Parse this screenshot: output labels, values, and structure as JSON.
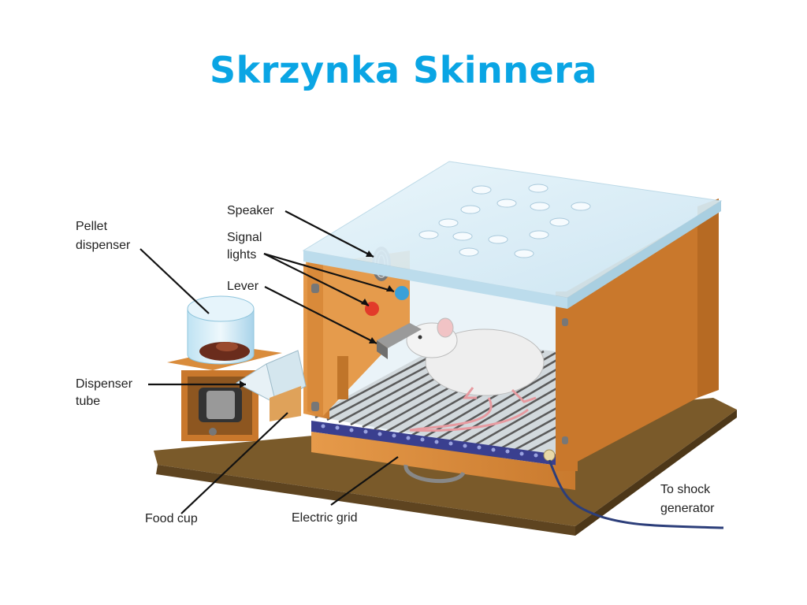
{
  "title": "Skrzynka  Skinnera",
  "labels": {
    "speaker": "Speaker",
    "signal_lights_1": "Signal",
    "signal_lights_2": "lights",
    "lever": "Lever",
    "pellet_dispenser_1": "Pellet",
    "pellet_dispenser_2": "dispenser",
    "dispenser_tube_1": "Dispenser",
    "dispenser_tube_2": "tube",
    "food_cup": "Food cup",
    "electric_grid": "Electric grid",
    "shock_1": "To shock",
    "shock_2": "generator"
  },
  "colors": {
    "title": "#0aa5e4",
    "wood": "#d9893a",
    "wood_dark": "#a8611f",
    "glass": "#dbeef7",
    "grid_bar": "#3a3f8f",
    "signal_red": "#e23b2a",
    "signal_blue": "#3aa0d8"
  }
}
